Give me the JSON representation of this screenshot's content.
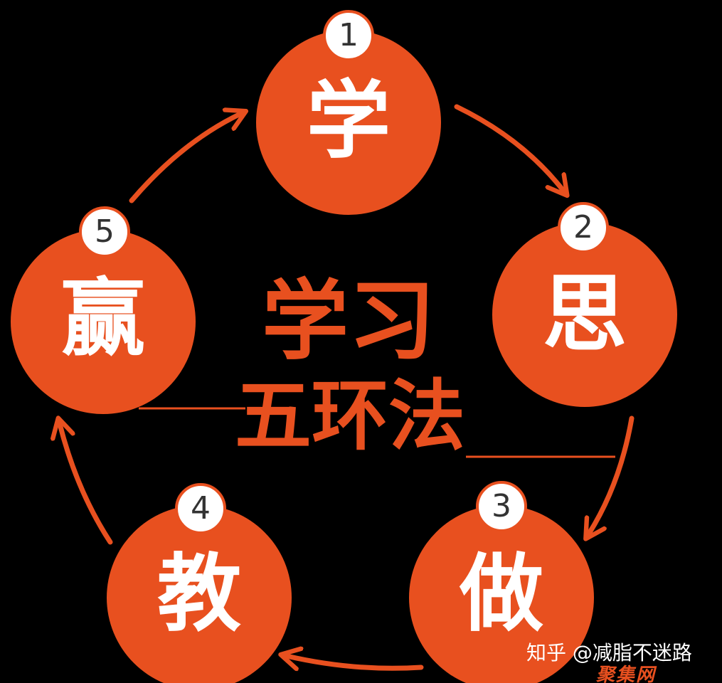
{
  "title": {
    "line1": "学习",
    "line2": "五环法"
  },
  "nodes": [
    {
      "number": "1",
      "label": "学"
    },
    {
      "number": "2",
      "label": "思"
    },
    {
      "number": "3",
      "label": "做"
    },
    {
      "number": "4",
      "label": "教"
    },
    {
      "number": "5",
      "label": "赢"
    }
  ],
  "watermark": {
    "text": "知乎 @减脂不迷路",
    "stamp": "聚集网"
  },
  "colors": {
    "background": "#000000",
    "circle_fill": "#e8501f",
    "circle_text": "#ffffff",
    "arrow": "#e8501f",
    "title_text": "#e8501f",
    "badge_fill": "#ffffff",
    "badge_stroke": "#e8501f",
    "badge_text": "#333333"
  }
}
